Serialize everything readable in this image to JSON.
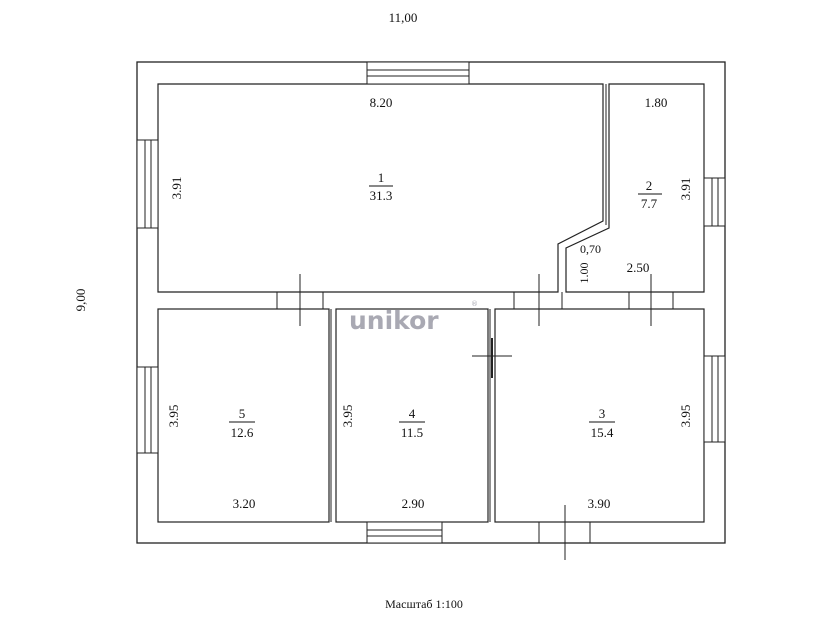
{
  "overall": {
    "width": "11,00",
    "height": "9,00"
  },
  "scale_label": "Масштаб 1:100",
  "brand": {
    "name": "unikor"
  },
  "rooms": [
    {
      "number": "1",
      "area": "31.3",
      "dims": [
        "8.20",
        "3.91"
      ]
    },
    {
      "number": "2",
      "area": "7.7",
      "dims": [
        "1.80",
        "3.91",
        "0,70",
        "1.00",
        "2.50"
      ]
    },
    {
      "number": "3",
      "area": "15.4",
      "dims": [
        "3.95",
        "3.90"
      ]
    },
    {
      "number": "4",
      "area": "11.5",
      "dims": [
        "3.95",
        "2.90"
      ]
    },
    {
      "number": "5",
      "area": "12.6",
      "dims": [
        "3.95",
        "3.20"
      ]
    }
  ]
}
